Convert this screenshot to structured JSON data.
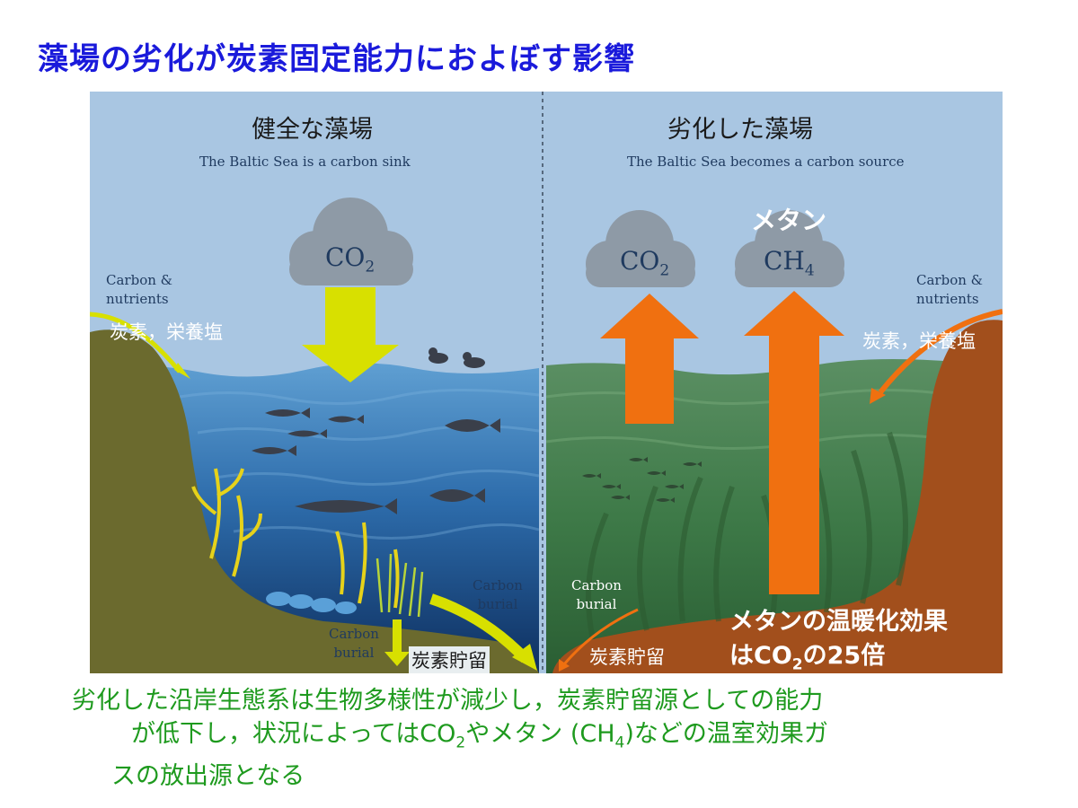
{
  "title": "藻場の劣化が炭素固定能力におよぼす影響",
  "left_panel": {
    "title": "健全な藻場",
    "subtitle": "The Baltic Sea is a carbon sink",
    "inflow_en": "Carbon &\nnutrients",
    "inflow_jp": "炭素，栄養塩",
    "cloud_gas": "CO",
    "cloud_gas_sub": "2",
    "burial_en_1": "Carbon\nburial",
    "burial_en_2": "Carbon\nburial",
    "burial_jp": "炭素貯留"
  },
  "right_panel": {
    "title": "劣化した藻場",
    "subtitle": "The Baltic Sea becomes a carbon source",
    "methane_jp": "メタン",
    "cloud1_gas": "CO",
    "cloud1_sub": "2",
    "cloud2_gas": "CH",
    "cloud2_sub": "4",
    "inflow_en": "Carbon &\nnutrients",
    "inflow_jp": "炭素，栄養塩",
    "burial_en": "Carbon\nburial",
    "burial_jp": "炭素貯留",
    "effect_line1": "メタンの温暖化効果",
    "effect_line2_pre": "はCO",
    "effect_line2_sub": "2",
    "effect_line2_post": "の25倍"
  },
  "bottom_text": {
    "line1": "劣化した沿岸生態系は生物多様性が減少し，炭素貯留源としての能力",
    "line2_a": "が低下し，状況によってはCO",
    "line2_sub1": "2",
    "line2_b": "やメタン (CH",
    "line2_sub2": "4",
    "line2_c": ")などの温室効果ガ",
    "line3": "スの放出源となる"
  },
  "colors": {
    "title": "#1a1adb",
    "bottom_text": "#1e9a1e",
    "sky": "#a9c6e2",
    "healthy_water": "#2b6aa6",
    "degraded_water": "#3b7a48",
    "healthy_land": "#6b6a2e",
    "degraded_land": "#a24f1c",
    "arrow_yellow": "#d8e000",
    "arrow_orange": "#f07010",
    "cloud": "#8e9aa6"
  }
}
